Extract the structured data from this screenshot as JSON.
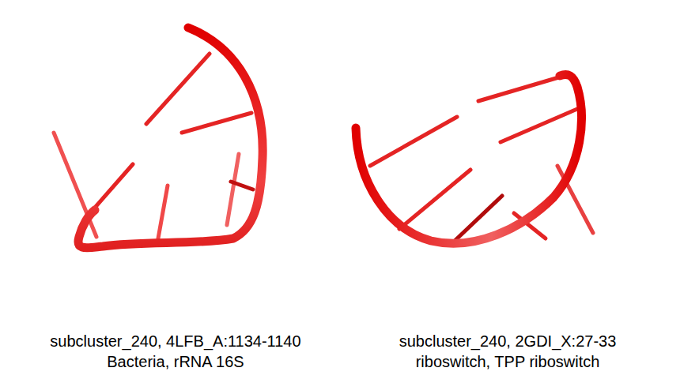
{
  "diagram": {
    "labels": [
      "subcluster_240, 4LFB_A:1134-1140",
      "Bacteria, rRNA 16S",
      "subcluster_240, 2GDI_X:27-33",
      "riboswitch, TPP riboswitch"
    ]
  }
}
